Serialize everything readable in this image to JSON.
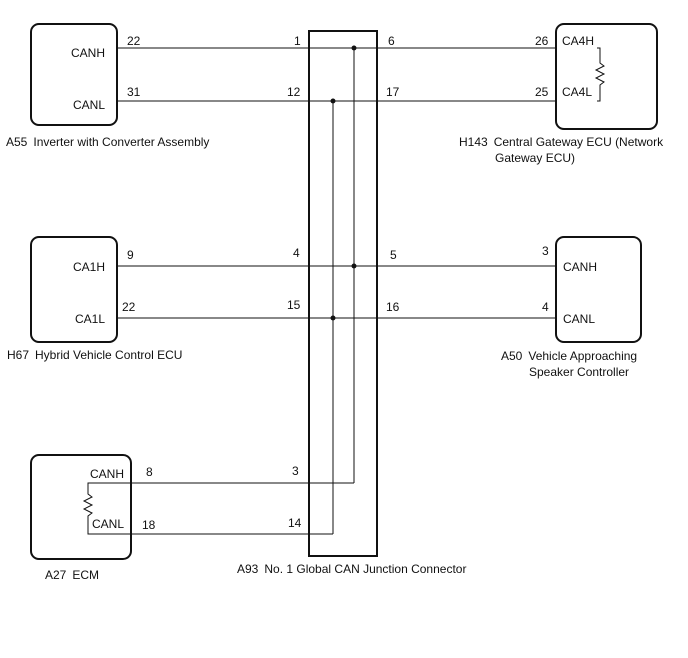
{
  "components": {
    "a55": {
      "code": "A55",
      "name": "Inverter with Converter Assembly",
      "pin_h": "CANH",
      "pin_l": "CANL",
      "pin_h_num": "22",
      "pin_l_num": "31"
    },
    "h143": {
      "code": "H143",
      "name_line1": "Central Gateway ECU (Network",
      "name_line2": "Gateway ECU)",
      "pin_h": "CA4H",
      "pin_l": "CA4L",
      "pin_h_num": "26",
      "pin_l_num": "25"
    },
    "h67": {
      "code": "H67",
      "name": "Hybrid Vehicle Control ECU",
      "pin_h": "CA1H",
      "pin_l": "CA1L",
      "pin_h_num": "9",
      "pin_l_num": "22"
    },
    "a50": {
      "code": "A50",
      "name_line1": "Vehicle Approaching",
      "name_line2": "Speaker Controller",
      "pin_h": "CANH",
      "pin_l": "CANL",
      "pin_h_num": "3",
      "pin_l_num": "4"
    },
    "a27": {
      "code": "A27",
      "name": "ECM",
      "pin_h": "CANH",
      "pin_l": "CANL",
      "pin_h_num": "8",
      "pin_l_num": "18"
    }
  },
  "junction": {
    "code": "A93",
    "name": "No. 1 Global CAN Junction Connector",
    "pins": {
      "p1": "1",
      "p12": "12",
      "p6": "6",
      "p17": "17",
      "p4": "4",
      "p15": "15",
      "p5": "5",
      "p16": "16",
      "p3": "3",
      "p14": "14"
    }
  }
}
